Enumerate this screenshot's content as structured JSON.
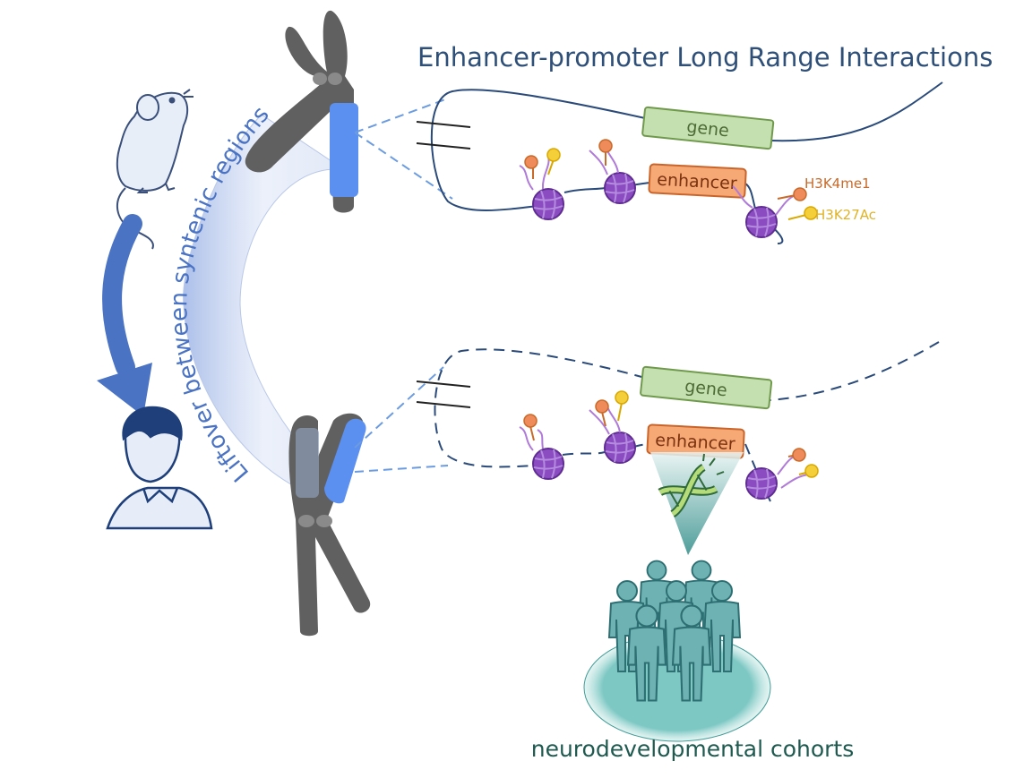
{
  "title": "Enhancer-promoter Long Range Interactions",
  "top_panel": {
    "gene_label": "gene",
    "enhancer_label": "enhancer",
    "mark_h3k4me1": "H3K4me1",
    "mark_h3k27ac": "H3K27Ac"
  },
  "bottom_panel": {
    "gene_label": "gene",
    "enhancer_label": "enhancer"
  },
  "liftover_label": "Liftover between syntenic regions",
  "cohort_label": "neurodevelopmental cohorts",
  "colors": {
    "title": "#2e4f78",
    "dna_line": "#2a4a7a",
    "gene_fill": "#c5e0b0",
    "gene_stroke": "#6f9a4c",
    "enhancer_fill": "#f6a875",
    "enhancer_stroke": "#c9652a",
    "nucleosome": "#8a4cc0",
    "h3k4me1": "#ef8a5a",
    "h3k27ac": "#f5cf3a",
    "chromosome": "#606060",
    "highlight": "#5b8ff0",
    "liftover_arrow": "#4a73c4",
    "cohort": "#6fb2b3"
  },
  "icons": [
    "mouse-icon",
    "human-icon",
    "dna-icon",
    "people-group-icon",
    "chromosome-icon",
    "nucleosome-icon"
  ]
}
